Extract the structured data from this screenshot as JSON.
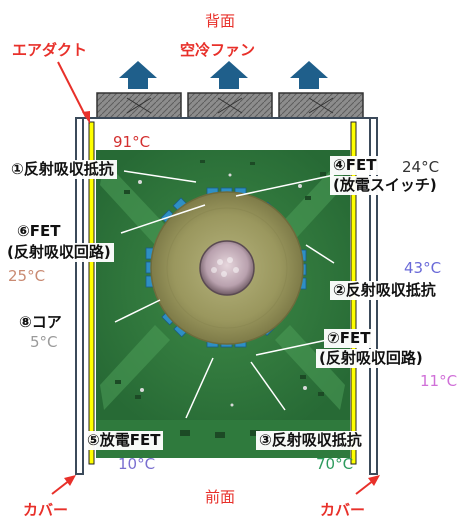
{
  "labels": {
    "back": "背面",
    "front": "前面",
    "air_duct": "エアダクト",
    "cooling_fan": "空冷ファン",
    "cover_left": "カバー",
    "cover_right": "カバー"
  },
  "components": {
    "c1": "①反射吸収抵抗",
    "c2": "②反射吸収抵抗",
    "c3": "③反射吸収抵抗",
    "c4_line1": "④FET",
    "c4_line2": "(放電スイッチ)",
    "c5": "⑤放電FET",
    "c6_line1": "⑥FET",
    "c6_line2": "(反射吸収回路)",
    "c7_line1": "⑦FET",
    "c7_line2": "(反射吸収回路)",
    "c8": "⑧コア"
  },
  "temperatures": {
    "t1": "91°C",
    "t2": "43°C",
    "t3": "70°C",
    "t4": "24°C",
    "t5": "10°C",
    "t6": "25°C",
    "t7": "11°C",
    "t8": "5°C"
  },
  "colors": {
    "label_red": "#e8302a",
    "t1": "#d32f2f",
    "t2": "#6a6ad8",
    "t3": "#2e9b5e",
    "t4": "#333333",
    "t5": "#7a6fd0",
    "t6": "#c98a72",
    "t7": "#d070d8",
    "t8": "#9a9a9a",
    "duct_yellow": "#ffff00",
    "arrow_blue": "#1f5f8b",
    "pcb_green": "#2e7a3c",
    "capacitor_blue": "#2e8fc4"
  }
}
